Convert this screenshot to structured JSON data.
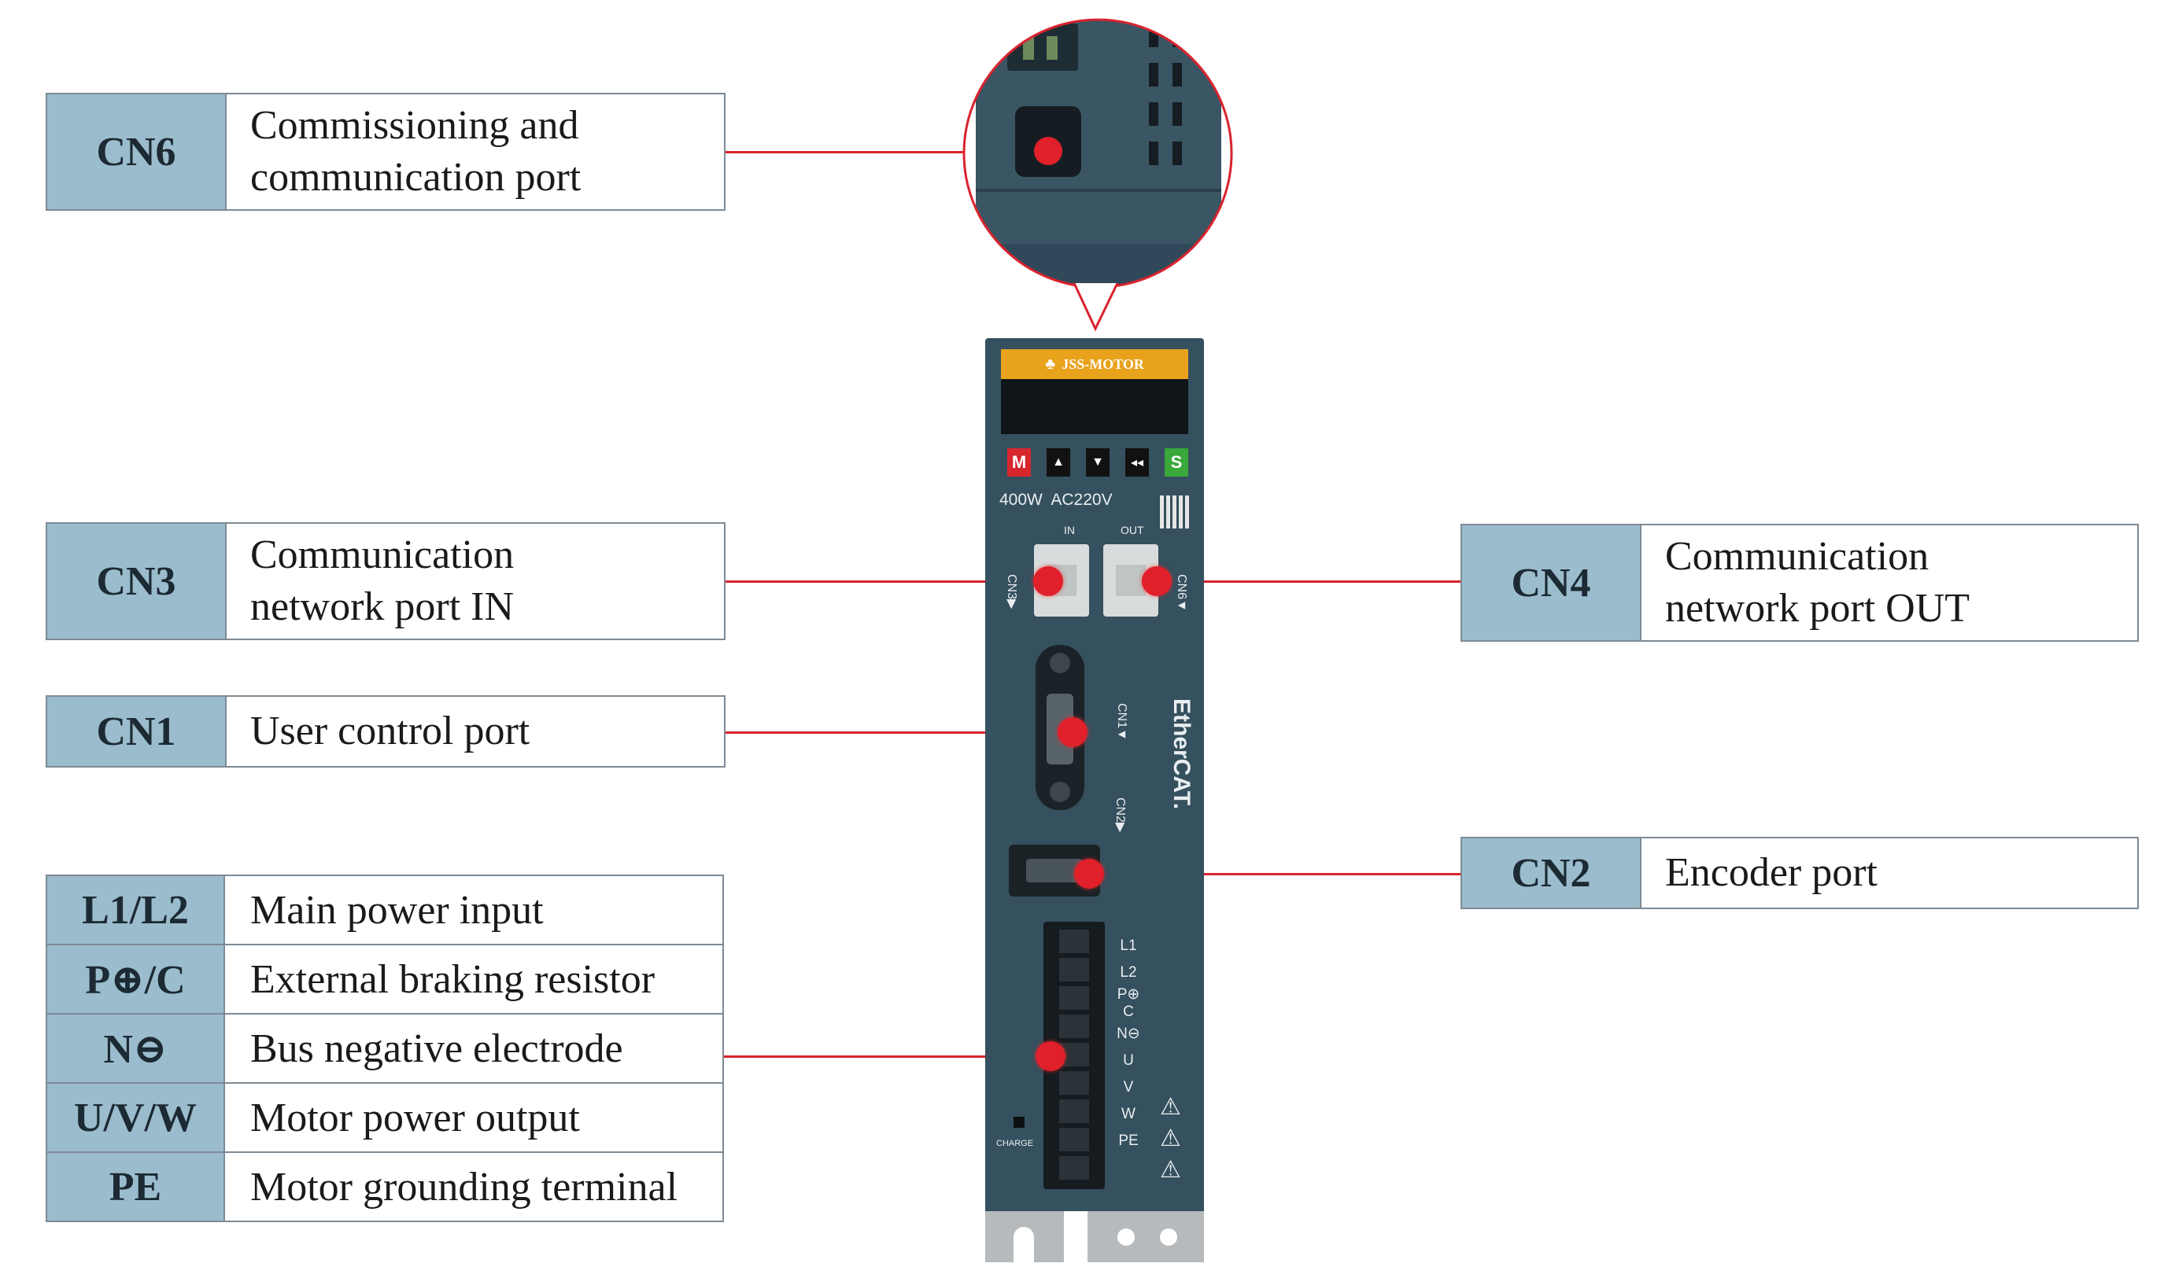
{
  "labels": {
    "cn6": {
      "code": "CN6",
      "desc": "Commissioning and\ncommunication port"
    },
    "cn3": {
      "code": "CN3",
      "desc": "Communication\nnetwork port IN"
    },
    "cn1": {
      "code": "CN1",
      "desc": "User control port"
    },
    "cn4": {
      "code": "CN4",
      "desc": "Communication\nnetwork port OUT"
    },
    "cn2": {
      "code": "CN2",
      "desc": "Encoder port"
    }
  },
  "power_table": [
    {
      "code": "L1/L2",
      "desc": "Main power input"
    },
    {
      "code": "P⊕/C",
      "desc": "External braking resistor"
    },
    {
      "code": "N⊖",
      "desc": "Bus negative electrode"
    },
    {
      "code": "U/V/W",
      "desc": "Motor power output"
    },
    {
      "code": "PE",
      "desc": "Motor grounding terminal"
    }
  ],
  "device": {
    "brand": "JSS-MOTOR",
    "rating": "400W  AC220V",
    "in_label": "IN",
    "out_label": "OUT",
    "buttons": [
      "M",
      "▲",
      "▼",
      "◂◂",
      "S"
    ],
    "port_tags": {
      "cn3": "CN3▶",
      "cn6": "CN6▼",
      "cn1": "CN1▼",
      "cn2": "CN2▶"
    },
    "ethercat": "EtherCAT.",
    "terminals": [
      "L1",
      "L2",
      "P⊕",
      "C",
      "N⊖",
      "U",
      "V",
      "W",
      "PE"
    ],
    "charge": "CHARGE",
    "warning_icons": [
      "warning-icon",
      "warning-icon",
      "warning-icon"
    ]
  },
  "colors": {
    "accent_line": "#d9232e",
    "label_fill": "#9bbccd",
    "device_body": "#35505e",
    "brand_bar": "#e8a21c"
  }
}
